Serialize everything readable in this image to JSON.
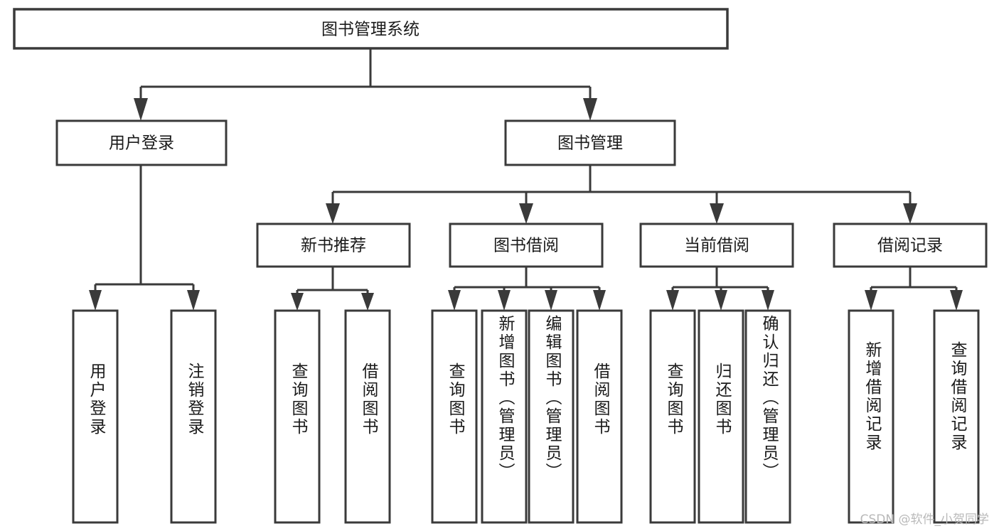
{
  "diagram": {
    "type": "tree",
    "title": "图书管理系统",
    "orientation": "top-down",
    "colors": {
      "background": "#ffffff",
      "box_fill": "#ffffff",
      "box_stroke": "#3a3a3a",
      "text": "#1a1a1a",
      "watermark": "#b9b9b9"
    },
    "root": {
      "label": "图书管理系统"
    },
    "level2": [
      {
        "label": "用户登录"
      },
      {
        "label": "图书管理"
      }
    ],
    "level3": [
      {
        "label": "新书推荐"
      },
      {
        "label": "图书借阅"
      },
      {
        "label": "当前借阅"
      },
      {
        "label": "借阅记录"
      }
    ],
    "leaves": {
      "user_login": [
        {
          "label": "用户登录"
        },
        {
          "label": "注销登录"
        }
      ],
      "new_book_recommend": [
        {
          "label": "查询图书"
        },
        {
          "label": "借阅图书"
        }
      ],
      "book_borrow": [
        {
          "label": "查询图书"
        },
        {
          "label": "新增图书（管理员）"
        },
        {
          "label": "编辑图书（管理员）"
        },
        {
          "label": "借阅图书"
        }
      ],
      "current_borrow": [
        {
          "label": "查询图书"
        },
        {
          "label": "归还图书"
        },
        {
          "label": "确认归还（管理员）"
        }
      ],
      "borrow_record": [
        {
          "label": "新增借阅记录"
        },
        {
          "label": "查询借阅记录"
        }
      ]
    }
  },
  "watermark": {
    "text": "CSDN @软件_小贺同学"
  }
}
